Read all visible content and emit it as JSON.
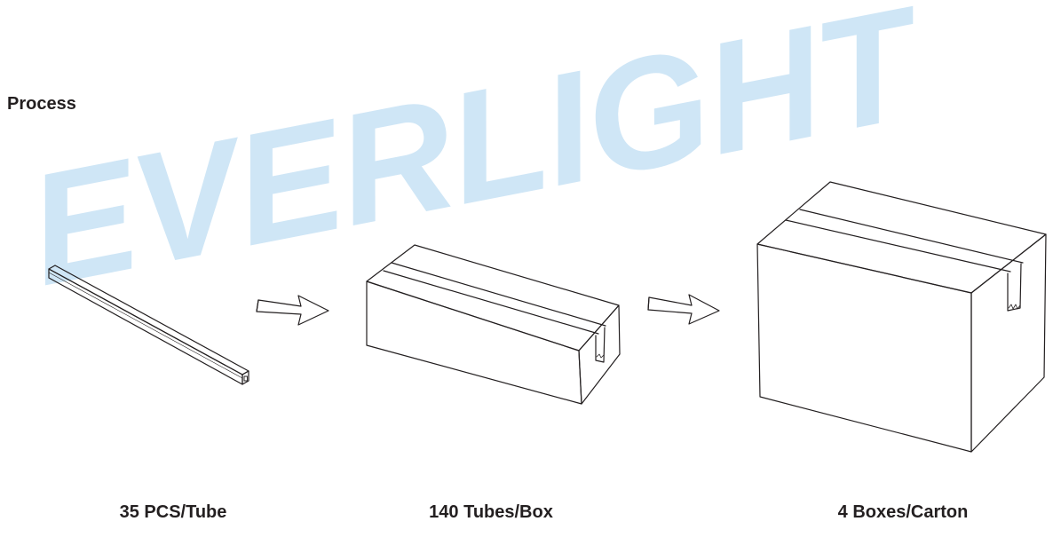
{
  "watermark": {
    "text": "EVERLIGHT",
    "color": "#cfe6f6"
  },
  "title": "Process",
  "steps": [
    {
      "name": "tube",
      "label": "35 PCS/Tube"
    },
    {
      "name": "box",
      "label": "140 Tubes/Box"
    },
    {
      "name": "carton",
      "label": "4 Boxes/Carton"
    }
  ],
  "line_color": "#231f20"
}
